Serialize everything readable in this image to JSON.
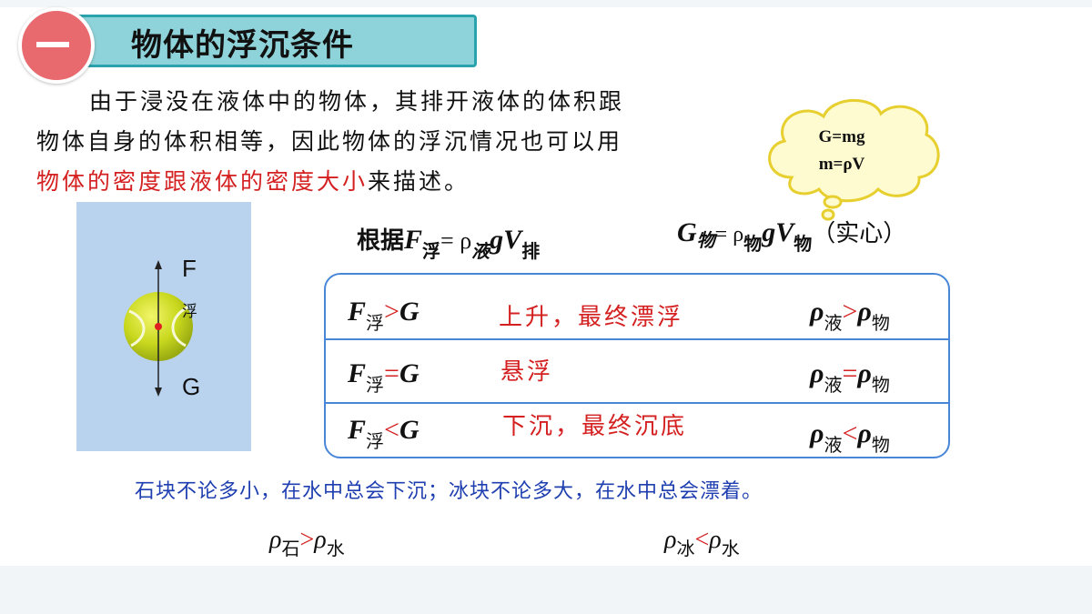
{
  "header": {
    "number": "一",
    "title": "物体的浮沉条件"
  },
  "intro": {
    "line1": "由于浸没在液体中的物体，其排开液体的体积跟",
    "line2": "物体自身的体积相等，因此物体的浮沉情况也可以用",
    "line3_red": "物体的密度跟液体的密度大小",
    "line3_rest": "来描述。"
  },
  "cloud": {
    "line1": "G=mg",
    "line2": "m=ρV"
  },
  "figure": {
    "top_label": "F",
    "top_label_sub": "浮",
    "bottom_label": "G"
  },
  "formulas": {
    "buoyancy_prefix": "根据",
    "buoyancy_F": "F",
    "buoyancy_F_sub": "浮",
    "buoyancy_eq": "= ρ",
    "buoyancy_rho_sub": "液",
    "buoyancy_gV": "gV",
    "buoyancy_V_sub": "排",
    "gravity_G": "G",
    "gravity_G_sub": "物",
    "gravity_eq": "= ρ",
    "gravity_rho_sub": "物",
    "gravity_gV": "gV",
    "gravity_V_sub": "物",
    "gravity_note": "（实心）"
  },
  "table": {
    "rows": [
      {
        "F": "F",
        "F_sub": "浮",
        "op": ">",
        "G": "G",
        "result": "上升，最终漂浮",
        "rho1": "ρ",
        "rho1_sub": "液",
        "rho_op": ">",
        "rho2": "ρ",
        "rho2_sub": "物"
      },
      {
        "F": "F",
        "F_sub": "浮",
        "op": "=",
        "G": "G",
        "result": "悬浮",
        "rho1": "ρ",
        "rho1_sub": "液",
        "rho_op": "=",
        "rho2": "ρ",
        "rho2_sub": "物"
      },
      {
        "F": "F",
        "F_sub": "浮",
        "op": "<",
        "G": "G",
        "result": "下沉，最终沉底",
        "rho1": "ρ",
        "rho1_sub": "液",
        "rho_op": "<",
        "rho2": "ρ",
        "rho2_sub": "物"
      }
    ]
  },
  "summary": "石块不论多小，在水中总会下沉；冰块不论多大，在水中总会漂着。",
  "comparisons": [
    {
      "rho1": "ρ",
      "sub1": "石",
      "op": ">",
      "rho2": "ρ",
      "sub2": "水"
    },
    {
      "rho1": "ρ",
      "sub1": "冰",
      "op": "<",
      "rho2": "ρ",
      "sub2": "水"
    }
  ],
  "colors": {
    "title_fill": "#8ed3d9",
    "title_border": "#2aa3ad",
    "badge": "#e86a6f",
    "emphasis_red": "#d42020",
    "table_border": "#4a86d8",
    "summary_blue": "#1f3fb0",
    "panel_bg": "#b9d3ee",
    "cloud_fill": "#fffbd0",
    "cloud_stroke": "#e6cf2e"
  }
}
